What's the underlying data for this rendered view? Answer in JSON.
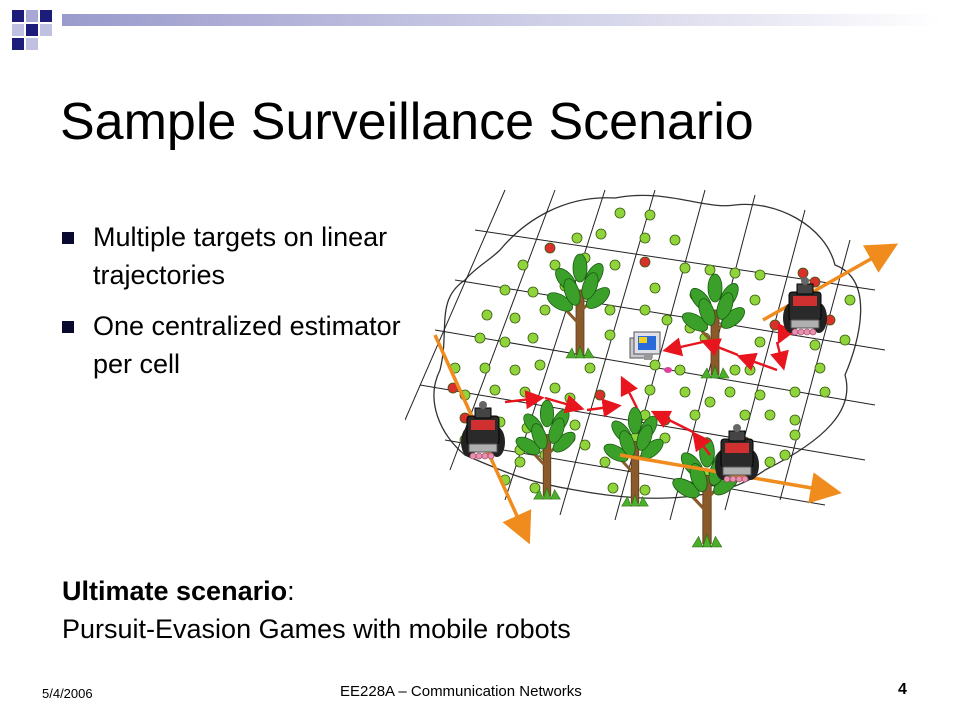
{
  "slide": {
    "title": "Sample Surveillance Scenario",
    "bullets": [
      "Multiple targets on linear trajectories",
      "One centralized estimator per cell"
    ],
    "ultimate_lead": "Ultimate scenario",
    "ultimate_colon": ":",
    "ultimate_text": "Pursuit-Evasion Games with mobile robots"
  },
  "footer": {
    "date": "5/4/2006",
    "course": "EE228A – Communication Networks",
    "page_number": "4"
  },
  "colors": {
    "accent_navy": "#1c1c7a",
    "accent_lavender": "#a8a8d8",
    "bullet": "#0a0a30",
    "sensor_green": "#8ed43a",
    "sensor_red": "#d8302a",
    "trajectory": "#f08c1e",
    "message_arrow": "#e8141e"
  }
}
